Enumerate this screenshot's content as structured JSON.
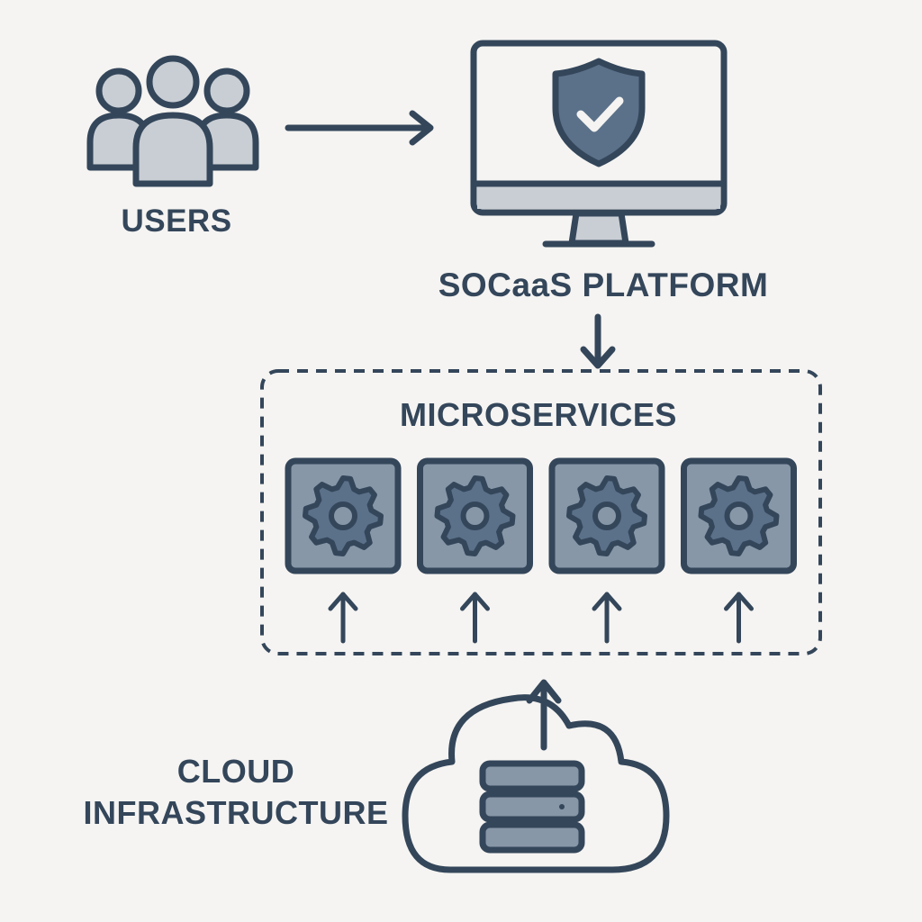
{
  "nodes": {
    "users": {
      "label": "USERS",
      "icon": "users-group-icon"
    },
    "platform": {
      "label": "SOCaaS PLATFORM",
      "icon": "monitor-shield-icon"
    },
    "microservices": {
      "label": "MICROSERVICES",
      "icon": "gear-icon",
      "services": [
        "service-1",
        "service-2",
        "service-3",
        "service-4"
      ]
    },
    "cloud": {
      "label": "CLOUD INFRASTRUCTURE",
      "icon": "cloud-server-icon"
    }
  },
  "edges": [
    {
      "from": "users",
      "to": "platform"
    },
    {
      "from": "platform",
      "to": "microservices"
    },
    {
      "from": "cloud",
      "to": "microservices"
    }
  ],
  "colors": {
    "stroke": "#34465a",
    "fill_light": "#c9ced4",
    "fill_mid": "#8797a8",
    "fill_dark": "#5b7189",
    "background": "#f5f4f2"
  }
}
